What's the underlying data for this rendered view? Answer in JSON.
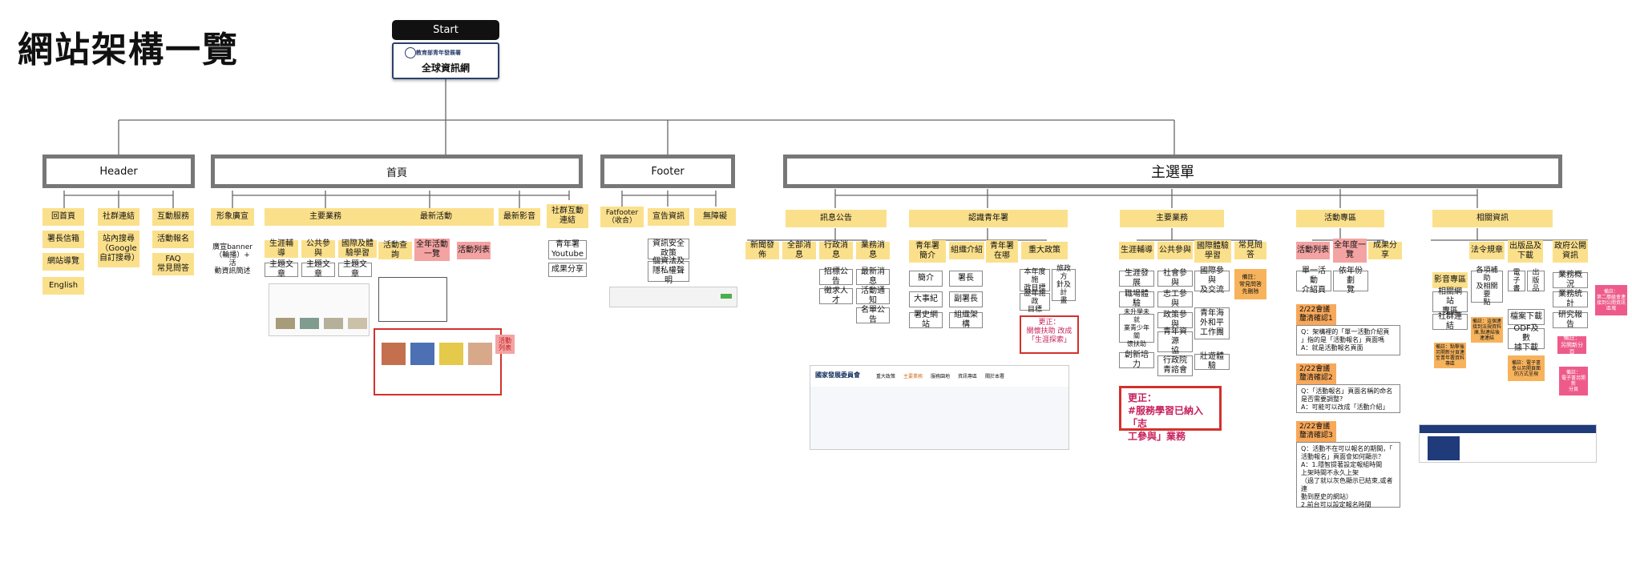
{
  "title": "網站架構一覽",
  "root": {
    "start": "Start",
    "logo": "教育部青年發展署",
    "name": "全球資訊網"
  },
  "sections": {
    "header": "Header",
    "home": "首頁",
    "footer": "Footer",
    "mainmenu": "主選單"
  },
  "header_items": {
    "col1": [
      "回首頁",
      "署長信箱",
      "網站導覽",
      "English"
    ],
    "col2": [
      "社群連結",
      "站內搜尋\n（Google\n自訂搜尋）"
    ],
    "col3": [
      "互動服務",
      "活動報名",
      "FAQ\n常見問答"
    ]
  },
  "home_items": {
    "top": [
      "形象廣宣",
      "主要業務",
      "最新活動",
      "最新影音",
      "社群互動\n連結"
    ],
    "banner": "廣宣banner\n（輪播）+ 活\n動資訊簡述",
    "business": [
      "生涯輔導",
      "公共參與",
      "國際及體\n驗學習"
    ],
    "business_sub": [
      "主題文章",
      "主題文章",
      "主題文章"
    ],
    "activity": [
      "活動查詢",
      "全年活動\n一覽",
      "活動列表"
    ],
    "social": [
      "青年署\nYoutube",
      "成果分享"
    ],
    "activity_note": "活動\n列表"
  },
  "footer_items": {
    "top": [
      "Fatfooter\n（收合）",
      "宣告資訊",
      "無障礙"
    ],
    "sub": [
      "資訊安全\n政策",
      "個資法及\n隱私權聲明"
    ]
  },
  "news": {
    "head": "訊息公告",
    "items": [
      "新聞發佈",
      "全部消息",
      "行政消息",
      "業務消息"
    ],
    "sub_admin": [
      "招標公告",
      "徵求人才"
    ],
    "sub_business": [
      "最新消息",
      "活動通知",
      "名單公告"
    ]
  },
  "about": {
    "head": "認識青年署",
    "items": [
      "青年署\n簡介",
      "組織介紹",
      "青年署\n在哪",
      "重大政策"
    ],
    "sub_intro": [
      "簡介",
      "大事紀",
      "署史網站"
    ],
    "sub_org": [
      "署長",
      "副署長",
      "組織架構"
    ],
    "sub_policy": [
      "本年度施\n政目標",
      "旅政方\n針及計\n畫",
      "歷年施政\n目標"
    ],
    "correction": "更正：\n關懷扶助 改成\n「生涯探索」"
  },
  "business": {
    "head": "主要業務",
    "items": [
      "生涯輔導",
      "公共參與",
      "國際體驗\n學習",
      "常見問答"
    ],
    "col1": [
      "生涯發展",
      "職場體驗",
      "未升學未就\n業青少年關\n懷扶助",
      "創新培力"
    ],
    "col2": [
      "社會參與",
      "志工參與",
      "政策參與",
      "青年資源\n協",
      "行政院\n青諮會"
    ],
    "col3": [
      "國際參與\n及交流",
      "青年海\n外和平\n工作團",
      "壯遊體驗"
    ],
    "note": "備註：\n常見問答\n先刪除",
    "correction": "更正：\n#服務學習已納入「志\n工參與」業務"
  },
  "events": {
    "head": "活動專區",
    "items": [
      "活動列表",
      "全年度一\n覽",
      "成果分享"
    ],
    "sub_list": "單一活動\n介紹頁",
    "sub_year": "依年份劃\n覽",
    "qa": [
      {
        "tag": "2/22會議\n釐清確認1",
        "text": "Q：架構裡的「單一活動介紹頁\n」指的是「活動報名」頁面嗎\nA：就是活動報名頁面"
      },
      {
        "tag": "2/22會議\n釐清確認2",
        "text": "Q：「活動報名」頁面名稱的命名\n是否需要調整?\nA：可能可以改成「活動介紹」"
      },
      {
        "tag": "2/22會議\n釐清確認3",
        "text": "Q：活動不在可以報名的期間，「\n活動報名」頁面會如何顯示？\nA：1.隱智提著設定報組時間\n上架時間不永久上架\n（過了就以灰色顯示已結束,或者連\n動到歷史的網站）\n2.前台可以設定報名時間"
      }
    ]
  },
  "resources": {
    "head": "相關資訊",
    "items": [
      "影音專區",
      "法令規章",
      "出版品及\n下載",
      "政府公開\n資訊"
    ],
    "sub_media": [
      "相關網站\n專區",
      "社群連結"
    ],
    "sub_law": "各項補助\n及相關要\n點",
    "sub_pub": [
      "電子\n書",
      "出版\n品",
      "檔案下載",
      "ODF及數\n據下載"
    ],
    "sub_gov": [
      "業務概況",
      "業務統計",
      "研究報告"
    ],
    "notes": [
      "備註：點擊後\n另開新分頁連\n至青年署資料\n專區",
      "備註：這個連\n接到法規資料\n庫,點連結後\n連連結",
      "備註：電子書\n會以另開頁面\n的方式呈現",
      "備註：\n另開新分頁",
      "備註：\n電子書另開新\n分頁",
      "備註：\n第二層級會連\n接到公開資訊\n區塊"
    ]
  },
  "screenshot_labels": {
    "site_name": "國家發展委員會",
    "nav": [
      "重大政策",
      "主要業務",
      "服務園地",
      "資訊專區",
      "關於本署"
    ]
  },
  "colors": {
    "node": "#fbe08c",
    "section_border": "#777777",
    "highlight": "#f4a3a3",
    "note": "#f7b35c",
    "correction": "#d3312c"
  }
}
